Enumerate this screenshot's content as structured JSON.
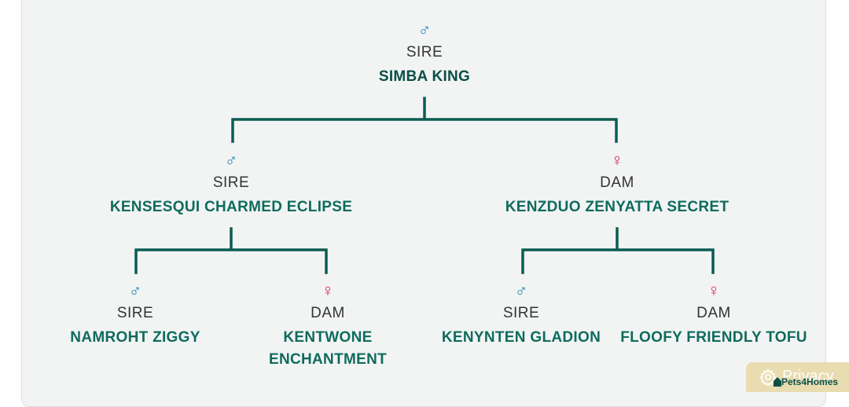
{
  "tree": {
    "root": {
      "role": "SIRE",
      "name": "SIMBA KING",
      "sex": "male",
      "icon": "male-symbol-icon"
    },
    "sire": {
      "role": "SIRE",
      "name": "KENSESQUI CHARMED ECLIPSE",
      "sex": "male",
      "icon": "male-symbol-icon",
      "sire": {
        "role": "SIRE",
        "name": "NAMROHT ZIGGY",
        "sex": "male",
        "icon": "male-symbol-icon"
      },
      "dam": {
        "role": "DAM",
        "name": "KENTWONE ENCHANTMENT",
        "sex": "female",
        "icon": "female-symbol-icon"
      }
    },
    "dam": {
      "role": "DAM",
      "name": "KENZDUO ZENYATTA SECRET",
      "sex": "female",
      "icon": "female-symbol-icon",
      "sire": {
        "role": "SIRE",
        "name": "KENYNTEN GLADION",
        "sex": "male",
        "icon": "male-symbol-icon"
      },
      "dam": {
        "role": "DAM",
        "name": "FLOOFY FRIENDLY TOFU",
        "sex": "female",
        "icon": "female-symbol-icon"
      }
    }
  },
  "symbols": {
    "male": "♂",
    "female": "♀"
  },
  "colors": {
    "male": "#1f86b3",
    "female": "#d8285a",
    "name": "#0f6b5c",
    "connector": "#0b5c50",
    "panel": "#f2f4f4",
    "privacy_badge": "#e9dcb0"
  },
  "privacy_badge": {
    "label": "Privacy",
    "brand": "Pets4Homes",
    "icon": "gear-icon"
  }
}
